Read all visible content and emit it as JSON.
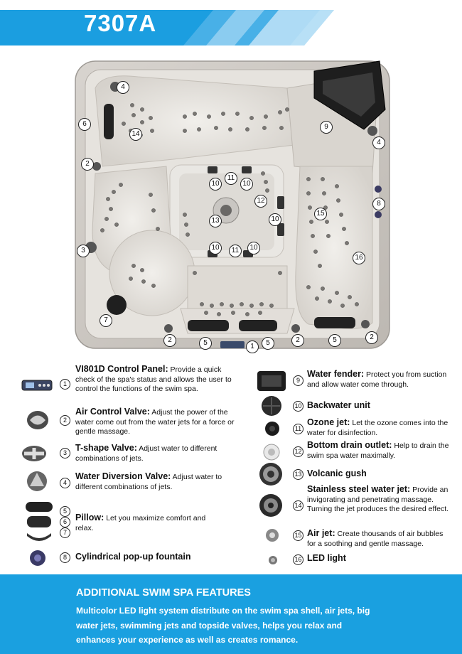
{
  "header": {
    "model": "7307A",
    "bar_color": "#1b9ee0",
    "light_color": "#9fd3f2"
  },
  "diagram_callouts": [
    {
      "n": "4"
    },
    {
      "n": "6"
    },
    {
      "n": "14"
    },
    {
      "n": "2"
    },
    {
      "n": "9"
    },
    {
      "n": "4"
    },
    {
      "n": "11"
    },
    {
      "n": "10"
    },
    {
      "n": "10"
    },
    {
      "n": "12"
    },
    {
      "n": "8"
    },
    {
      "n": "3"
    },
    {
      "n": "13"
    },
    {
      "n": "15"
    },
    {
      "n": "10"
    },
    {
      "n": "10"
    },
    {
      "n": "11"
    },
    {
      "n": "10"
    },
    {
      "n": "16"
    },
    {
      "n": "7"
    },
    {
      "n": "2"
    },
    {
      "n": "5"
    },
    {
      "n": "1"
    },
    {
      "n": "5"
    },
    {
      "n": "2"
    },
    {
      "n": "5"
    },
    {
      "n": "2"
    }
  ],
  "legend_left": [
    {
      "num": "1",
      "title": "VI801D Control Panel",
      "suffix": ":",
      "desc": "Provide a quick check of the spa's status and allows the user to control the functions of the swim spa.",
      "icon": "control-panel-icon"
    },
    {
      "num": "2",
      "title": "Air Control Valve",
      "suffix": ":",
      "desc": "Adjust the power of the water come out from the water jets for a force or gentle massage.",
      "icon": "air-valve-icon"
    },
    {
      "num": "3",
      "title": "T-shape Valve",
      "suffix": ":",
      "desc": "Adjust water to different combinations of jets.",
      "icon": "t-valve-icon"
    },
    {
      "num": "4",
      "title": "Water Diversion Valve",
      "suffix": ":",
      "desc": "Adjust water to different combinations of jets.",
      "icon": "diversion-valve-icon"
    },
    {
      "nums": [
        "5",
        "6",
        "7"
      ],
      "title": "Pillow",
      "suffix": ":",
      "desc": "Let you maximize comfort and relax.",
      "icon": "pillow-icon"
    },
    {
      "num": "8",
      "title": "Cylindrical pop-up fountain",
      "suffix": "",
      "desc": "",
      "icon": "fountain-icon"
    }
  ],
  "legend_right": [
    {
      "num": "9",
      "title": "Water fender",
      "suffix": ":",
      "desc": "Protect you from suction and allow water come through.",
      "icon": "water-fender-icon"
    },
    {
      "num": "10",
      "title": "Backwater unit",
      "suffix": "",
      "desc": "",
      "icon": "backwater-icon"
    },
    {
      "num": "11",
      "title": "Ozone jet",
      "suffix": ":",
      "desc": "Let the ozone comes into the water for disinfection.",
      "icon": "ozone-jet-icon"
    },
    {
      "num": "12",
      "title": "Bottom drain outlet",
      "suffix": ":",
      "desc": "Help to drain the swim spa water maximally.",
      "icon": "drain-icon"
    },
    {
      "num": "13",
      "title": "Volcanic gush",
      "suffix": "",
      "desc": "",
      "icon": "volcanic-gush-icon"
    },
    {
      "num": "14",
      "title": "Stainless steel water jet",
      "suffix": ":",
      "desc": "Provide an invigorating and penetrating massage. Turning the jet produces the desired effect.",
      "icon": "steel-jet-icon"
    },
    {
      "num": "15",
      "title": "Air jet",
      "suffix": ":",
      "desc": "Create thousands of air bubbles for a soothing and gentle massage.",
      "icon": "air-jet-icon"
    },
    {
      "num": "16",
      "title": "LED light",
      "suffix": "",
      "desc": "",
      "icon": "led-light-icon"
    }
  ],
  "footer": {
    "title": "ADDITIONAL SWIM SPA FEATURES",
    "body": "Multicolor LED light system distribute on the swim spa shell, air jets, big water jets, swimming jets and topside valves, helps you relax and enhances your experience as well as creates romance.",
    "bg_color": "#1aa0e0"
  }
}
